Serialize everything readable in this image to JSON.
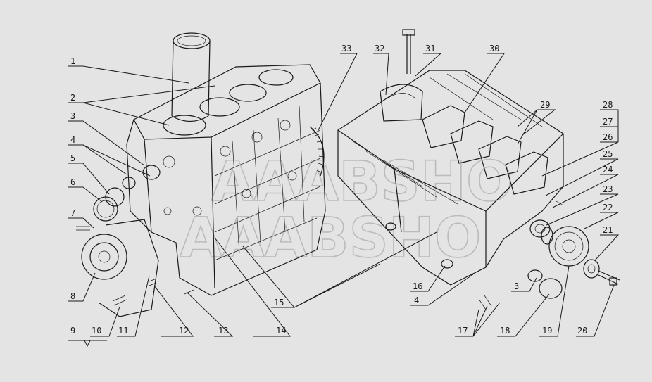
{
  "watermark": "AAABSHO",
  "callouts": [
    {
      "id": "1",
      "label": "1"
    },
    {
      "id": "2",
      "label": "2"
    },
    {
      "id": "3-left",
      "label": "3"
    },
    {
      "id": "4-left",
      "label": "4"
    },
    {
      "id": "5",
      "label": "5"
    },
    {
      "id": "6",
      "label": "6"
    },
    {
      "id": "7",
      "label": "7"
    },
    {
      "id": "8",
      "label": "8"
    },
    {
      "id": "9",
      "label": "9"
    },
    {
      "id": "10",
      "label": "10"
    },
    {
      "id": "11",
      "label": "11"
    },
    {
      "id": "12",
      "label": "12"
    },
    {
      "id": "13",
      "label": "13"
    },
    {
      "id": "14",
      "label": "14"
    },
    {
      "id": "15",
      "label": "15"
    },
    {
      "id": "16",
      "label": "16"
    },
    {
      "id": "4-right",
      "label": "4"
    },
    {
      "id": "3-right",
      "label": "3"
    },
    {
      "id": "17",
      "label": "17"
    },
    {
      "id": "18",
      "label": "18"
    },
    {
      "id": "19",
      "label": "19"
    },
    {
      "id": "20",
      "label": "20"
    },
    {
      "id": "21",
      "label": "21"
    },
    {
      "id": "22",
      "label": "22"
    },
    {
      "id": "23",
      "label": "23"
    },
    {
      "id": "24",
      "label": "24"
    },
    {
      "id": "25",
      "label": "25"
    },
    {
      "id": "26",
      "label": "26"
    },
    {
      "id": "27",
      "label": "27"
    },
    {
      "id": "28",
      "label": "28"
    },
    {
      "id": "29",
      "label": "29"
    },
    {
      "id": "30",
      "label": "30"
    },
    {
      "id": "31",
      "label": "31"
    },
    {
      "id": "32",
      "label": "32"
    },
    {
      "id": "33",
      "label": "33"
    }
  ]
}
